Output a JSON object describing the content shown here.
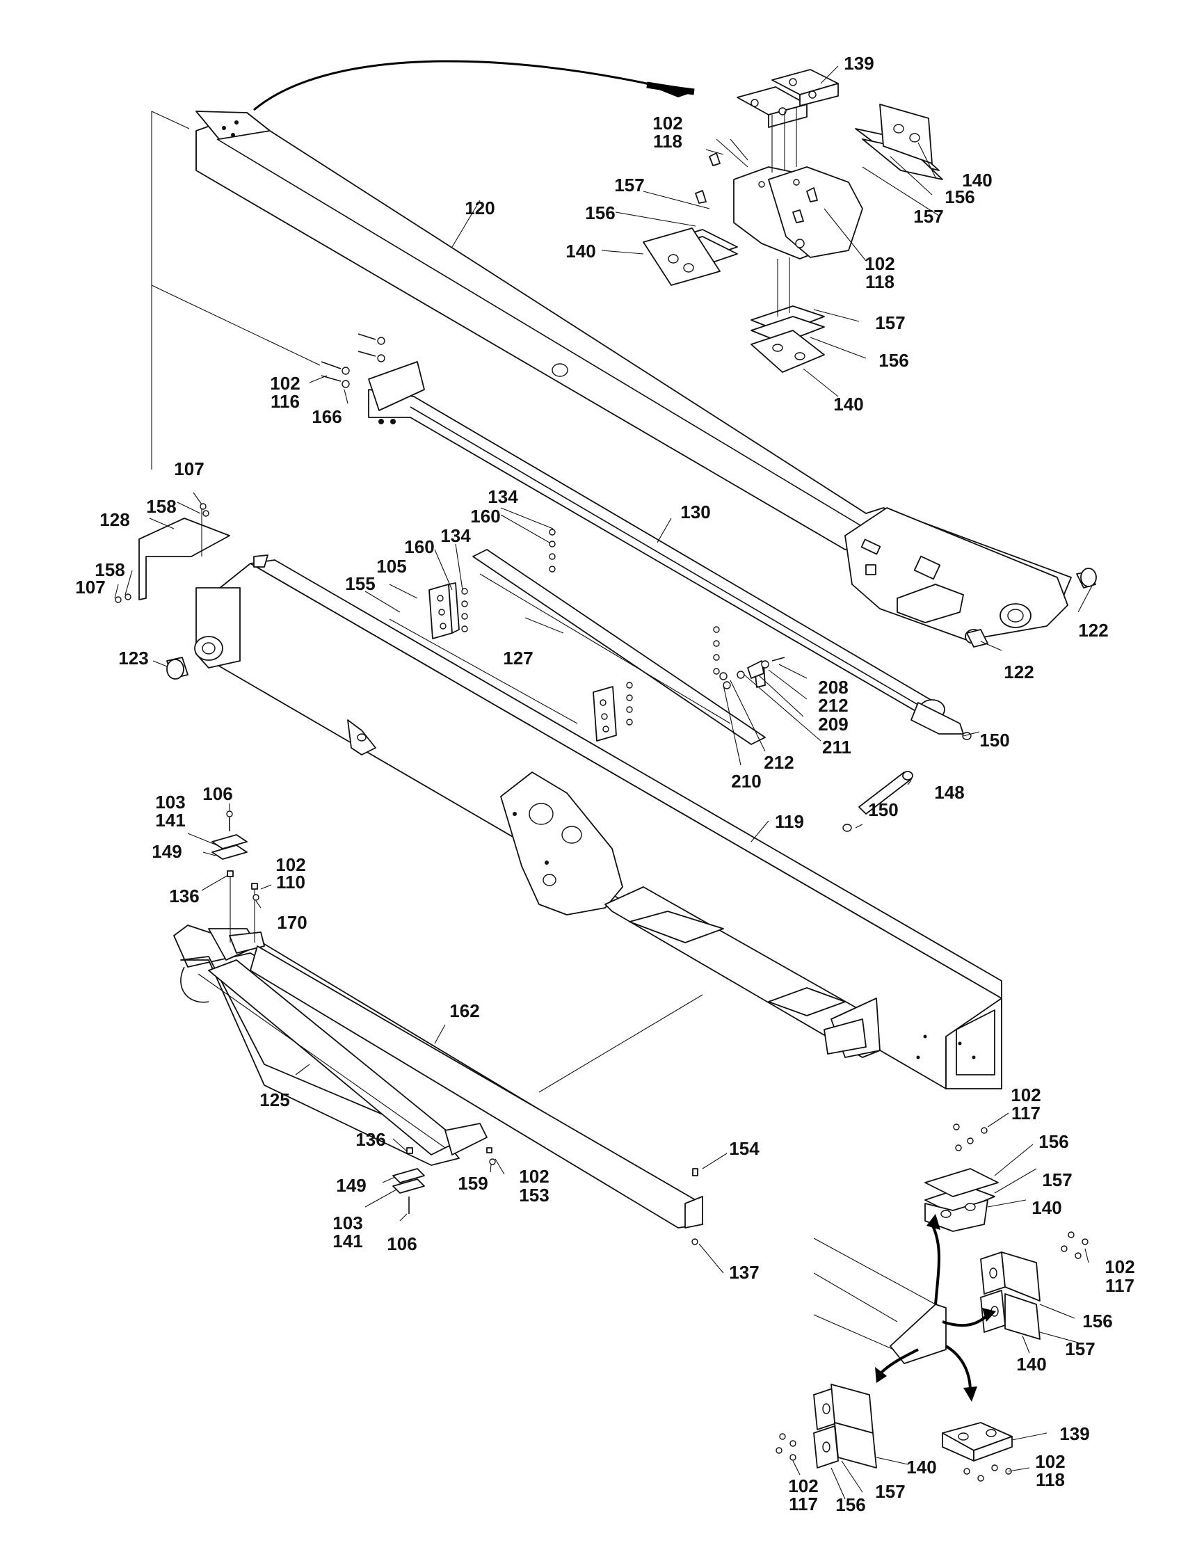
{
  "callouts": {
    "c139_top": "139",
    "c102_top": "102",
    "c118_top": "118",
    "c157_a": "157",
    "c156_a": "156",
    "c140_a": "140",
    "c140_b": "140",
    "c156_b": "156",
    "c157_b": "157",
    "c102_b": "102",
    "c118_b": "118",
    "c157_c": "157",
    "c156_c": "156",
    "c140_c": "140",
    "c120": "120",
    "c102_c": "102",
    "c116": "116",
    "c166": "166",
    "c107_a": "107",
    "c158_a": "158",
    "c128": "128",
    "c158_b": "158",
    "c107_b": "107",
    "c134_a": "134",
    "c160_a": "160",
    "c160_b": "160",
    "c134_b": "134",
    "c105": "105",
    "c155": "155",
    "c130": "130",
    "c123": "123",
    "c127": "127",
    "c122_a": "122",
    "c122_b": "122",
    "c208": "208",
    "c212_a": "212",
    "c209": "209",
    "c211": "211",
    "c212_b": "212",
    "c210": "210",
    "c150_a": "150",
    "c148": "148",
    "c150_b": "150",
    "c119": "119",
    "c103_a": "103",
    "c141_a": "141",
    "c106_a": "106",
    "c149_a": "149",
    "c102_d": "102",
    "c110": "110",
    "c136_a": "136",
    "c170": "170",
    "c162": "162",
    "c125": "125",
    "c136_b": "136",
    "c149_b": "149",
    "c103_b": "103",
    "c141_b": "141",
    "c106_b": "106",
    "c159": "159",
    "c102_e": "102",
    "c153": "153",
    "c154": "154",
    "c137": "137",
    "c102_f": "102",
    "c117_a": "117",
    "c156_d": "156",
    "c157_d": "157",
    "c140_d": "140",
    "c102_g": "102",
    "c117_b": "117",
    "c156_e": "156",
    "c157_e": "157",
    "c140_e": "140",
    "c139_b": "139",
    "c140_f": "140",
    "c157_f": "157",
    "c156_f": "156",
    "c102_h": "102",
    "c117_c": "117",
    "c102_i": "102",
    "c118_c": "118"
  }
}
